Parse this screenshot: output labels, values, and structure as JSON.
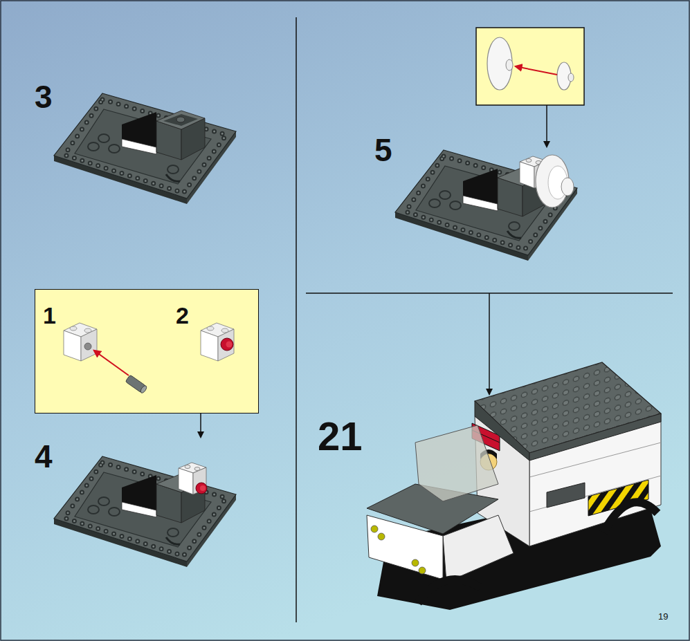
{
  "diagram": {
    "nodes": [
      {
        "text": [
          "1",
          "2"
        ]
      }
    ],
    "labels": [
      "3",
      "5",
      "4",
      "21",
      "19"
    ]
  }
}
